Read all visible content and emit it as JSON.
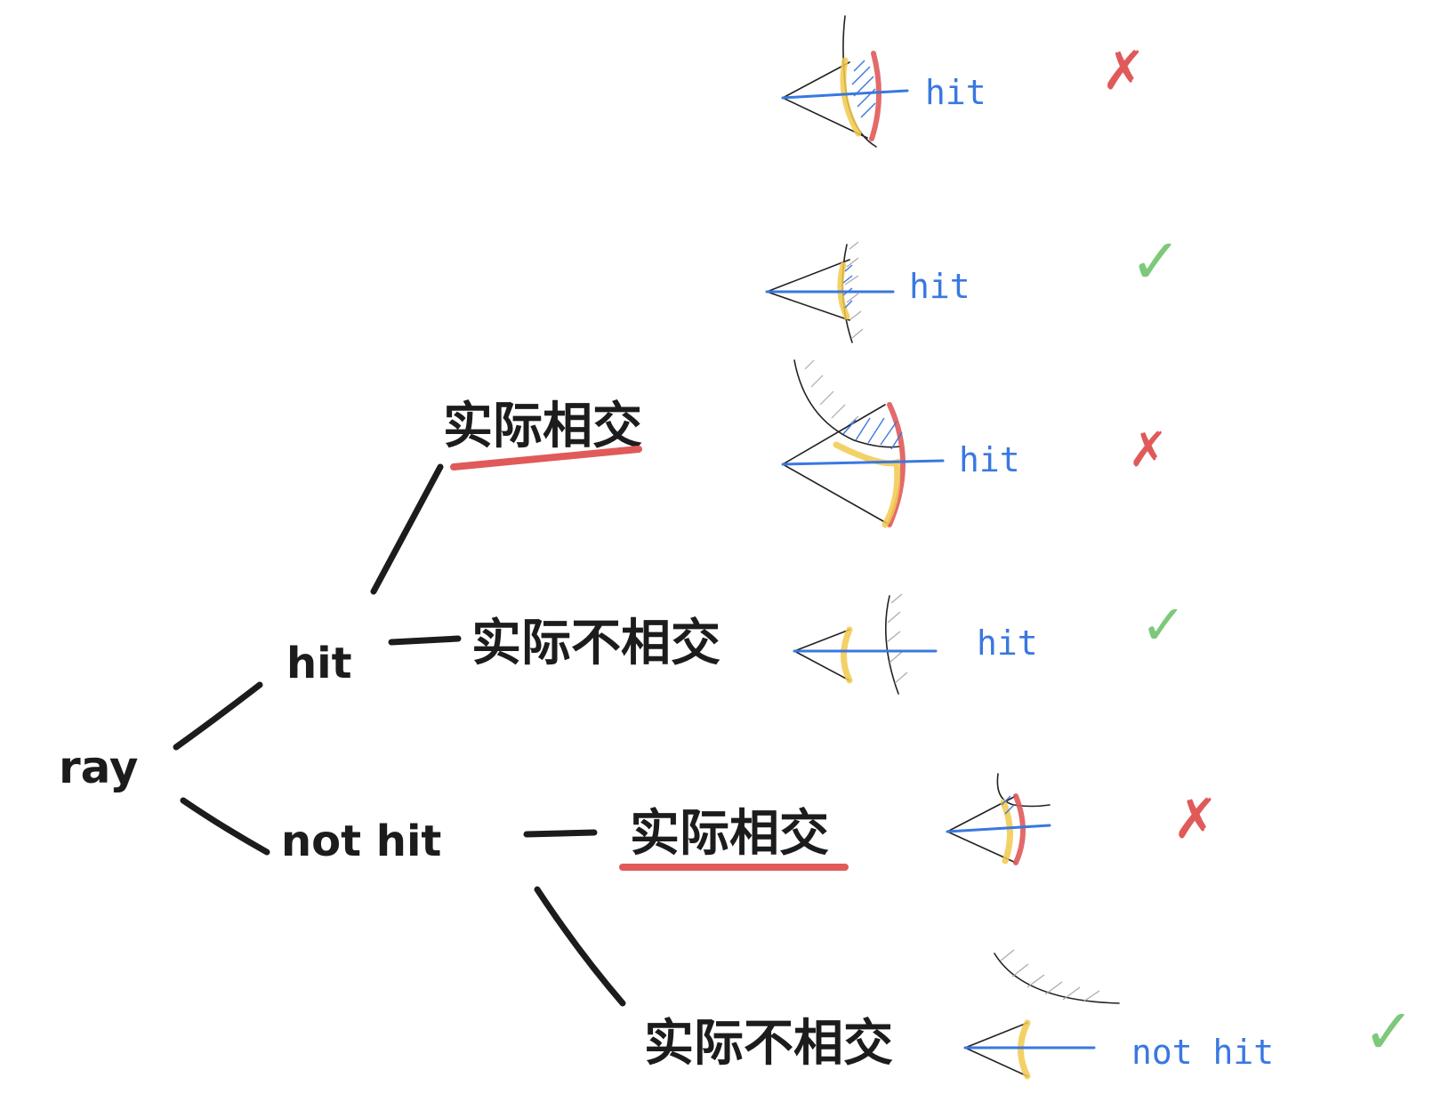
{
  "tree": {
    "root": "ray",
    "hit": "hit",
    "not_hit": "not hit",
    "hit_intersect": "实际相交",
    "hit_no_intersect": "实际不相交",
    "nothit_intersect": "实际相交",
    "nothit_no_intersect": "实际不相交"
  },
  "cases": [
    {
      "label": "hit",
      "result": "✗"
    },
    {
      "label": "hit",
      "result": "✓"
    },
    {
      "label": "hit",
      "result": "✗"
    },
    {
      "label": "hit",
      "result": "✓"
    },
    {
      "label": "",
      "result": "✗"
    },
    {
      "label": "not hit",
      "result": "✓"
    }
  ],
  "colors": {
    "ink": "#1c1c1c",
    "ray_blue": "#3a78e0",
    "highlight_red": "#e05a5a",
    "highlight_yellow": "#f2c94c",
    "check_green": "#7cc97a",
    "cross_red": "#e05a5a"
  }
}
